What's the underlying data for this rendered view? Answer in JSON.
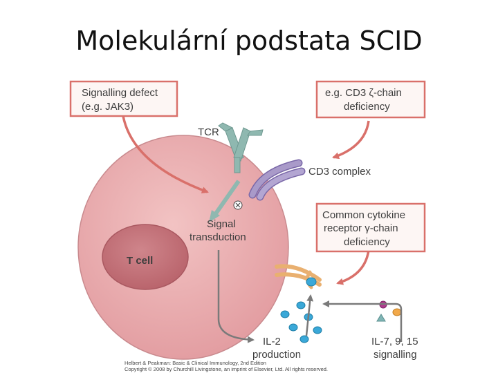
{
  "slide": {
    "title": "Molekulární podstata SCID"
  },
  "diagram": {
    "boxes": {
      "signalling_defect": {
        "line1": "Signalling defect",
        "line2": "(e.g. JAK3)"
      },
      "cd3_zeta": {
        "line1": "e.g. CD3 ζ-chain",
        "line2": "deficiency"
      },
      "gamma_chain": {
        "line1": "Common cytokine",
        "line2": "receptor γ-chain",
        "line3": "deficiency"
      }
    },
    "labels": {
      "tcr": "TCR",
      "cd3_complex": "CD3 complex",
      "signal_1": "Signal",
      "signal_2": "transduction",
      "t_cell": "T cell",
      "il2_1": "IL-2",
      "il2_2": "production",
      "il7_1": "IL-7, 9, 15",
      "il7_2": "signalling"
    },
    "credit": {
      "line1": "Helbert & Peakman: Basic & Clinical Immunology, 2nd Edition",
      "line2": "Copyright © 2008 by Churchill Livingstone, an imprint of Elsevier, Ltd. All rights reserved."
    },
    "colors": {
      "box_border": "#d9706a",
      "cell_fill": "#e8a5a8",
      "nucleus_fill": "#c5737a",
      "tcr_color": "#8fb8b0",
      "cd3_color": "#a99ac9",
      "arrow_red": "#d9706a",
      "arrow_gray": "#7a7a7a"
    }
  }
}
